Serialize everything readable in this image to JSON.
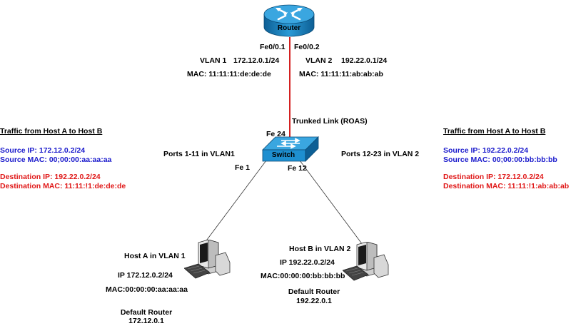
{
  "router": {
    "label": "Router"
  },
  "router_ports": {
    "left": "Fe0/0.1",
    "right": "Fe0/0.2"
  },
  "vlan1": {
    "name": "VLAN 1",
    "ip": "172.12.0.1/24",
    "mac": "MAC:  11:11:11:de:de:de"
  },
  "vlan2": {
    "name": "VLAN 2",
    "ip": "192.22.0.1/24",
    "mac": "MAC:  11:11:11:ab:ab:ab"
  },
  "trunk_label": "Trunked Link (ROAS)",
  "switch": {
    "label": "Switch",
    "port_trunk": "Fe 24",
    "port_host_a": "Fe 1",
    "port_host_b": "Fe 12",
    "ports_vlan1": "Ports 1-11 in VLAN1",
    "ports_vlan2": "Ports 12-23 in VLAN 2"
  },
  "traffic_left": {
    "title": "Traffic from Host A to Host B",
    "src_ip": "Source IP: 172.12.0.2/24",
    "src_mac": "Source MAC: 00;00:00:aa:aa:aa",
    "dst_ip": "Destination IP: 192.22.0.2/24",
    "dst_mac": "Destination MAC: 11:11:!1:de:de:de"
  },
  "traffic_right": {
    "title": "Traffic from Host A to Host B",
    "src_ip": "Source IP: 192.22.0.2/24",
    "src_mac": "Source MAC: 00;00:00:bb:bb:bb",
    "dst_ip": "Destination IP: 172.12.0.2/24",
    "dst_mac": "Destination MAC: 11:11:!1:ab:ab:ab"
  },
  "host_a": {
    "name": "Host A in VLAN 1",
    "ip": "IP 172.12.0.2/24",
    "mac": "MAC:00:00:00:aa:aa:aa",
    "gw_label": "Default Router",
    "gw_ip": "172.12.0.1"
  },
  "host_b": {
    "name": "Host B in VLAN 2",
    "ip": "IP 192.22.0.2/24",
    "mac": "MAC:00:00:00:bb:bb:bb",
    "gw_label": "Default Router",
    "gw_ip": "192.22.0.1"
  },
  "colors": {
    "trunk": "#d42020",
    "device": "#1e8fd0",
    "source_text": "#1a1acc",
    "destination_text": "#e01818"
  },
  "icons": {
    "router": "router-icon",
    "switch": "switch-icon",
    "host": "workstation-icon"
  }
}
